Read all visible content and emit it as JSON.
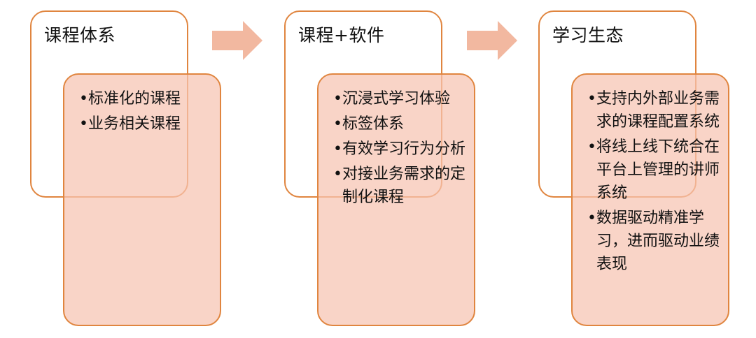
{
  "stages": [
    {
      "title": "课程体系",
      "items": [
        "标准化的课程",
        "业务相关课程"
      ]
    },
    {
      "title": "课程+软件",
      "items": [
        "沉浸式学习体验",
        "标签体系",
        "有效学习行为分析",
        "对接业务需求的定制化课程"
      ]
    },
    {
      "title": "学习生态",
      "items": [
        "支持内外部业务需求的课程配置系统",
        "将线上线下统合在平台上管理的讲师系统",
        "数据驱动精准学习，进而驱动业绩表现"
      ]
    }
  ],
  "colors": {
    "border": "#e0853f",
    "inner_fill": "#f6c4b2",
    "arrow_fill": "#f2b8a0"
  },
  "bullet_glyph": "•",
  "arrow_icon": "right-arrow-icon"
}
